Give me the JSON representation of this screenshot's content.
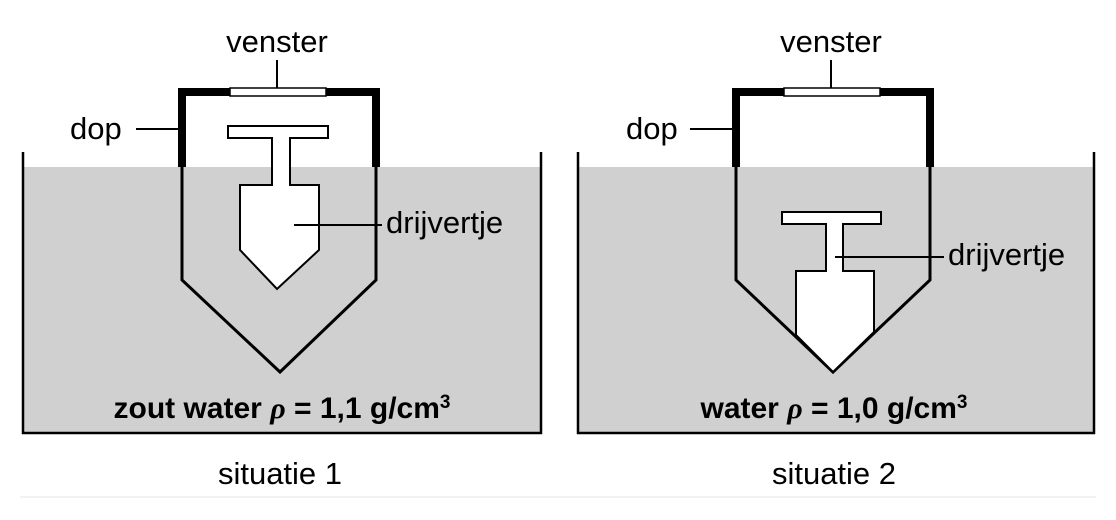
{
  "colors": {
    "water_fill": "#d0d0d0",
    "line": "#000000",
    "background": "#ffffff"
  },
  "situation1": {
    "label_venster": "venster",
    "label_dop": "dop",
    "label_drijvertje": "drijvertje",
    "water_prefix": "zout water ",
    "rho_symbol": "ρ",
    "water_value": " = 1,1 g/cm",
    "water_superscript": "3",
    "caption": "situatie 1"
  },
  "situation2": {
    "label_venster": "venster",
    "label_dop": "dop",
    "label_drijvertje": "drijvertje",
    "water_prefix": "water ",
    "rho_symbol": "ρ",
    "water_value": " = 1,0 g/cm",
    "water_superscript": "3",
    "caption": "situatie 2"
  }
}
